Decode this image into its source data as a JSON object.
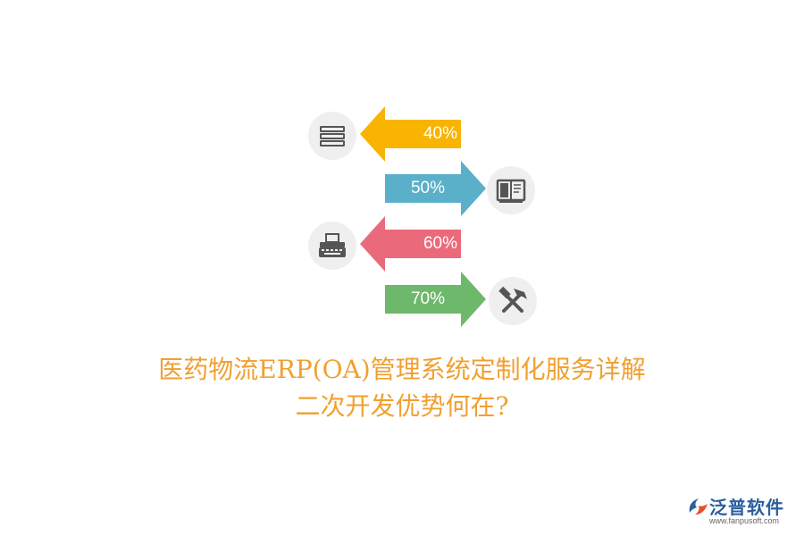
{
  "arrows": [
    {
      "label": "40%",
      "color": "#f8b400",
      "direction": "left",
      "icon": "books-icon"
    },
    {
      "label": "50%",
      "color": "#5ab0c8",
      "direction": "right",
      "icon": "open-book-icon"
    },
    {
      "label": "60%",
      "color": "#ea6a7b",
      "direction": "left",
      "icon": "typewriter-icon"
    },
    {
      "label": "70%",
      "color": "#6db86a",
      "direction": "right",
      "icon": "hammer-pick-icon"
    }
  ],
  "title": {
    "line1": "医药物流ERP(OA)管理系统定制化服务详解",
    "line2": "二次开发优势何在?",
    "color": "#f0a030"
  },
  "logo": {
    "name": "泛普软件",
    "url": "www.fanpusoft.com",
    "color": "#2b5f9e"
  }
}
